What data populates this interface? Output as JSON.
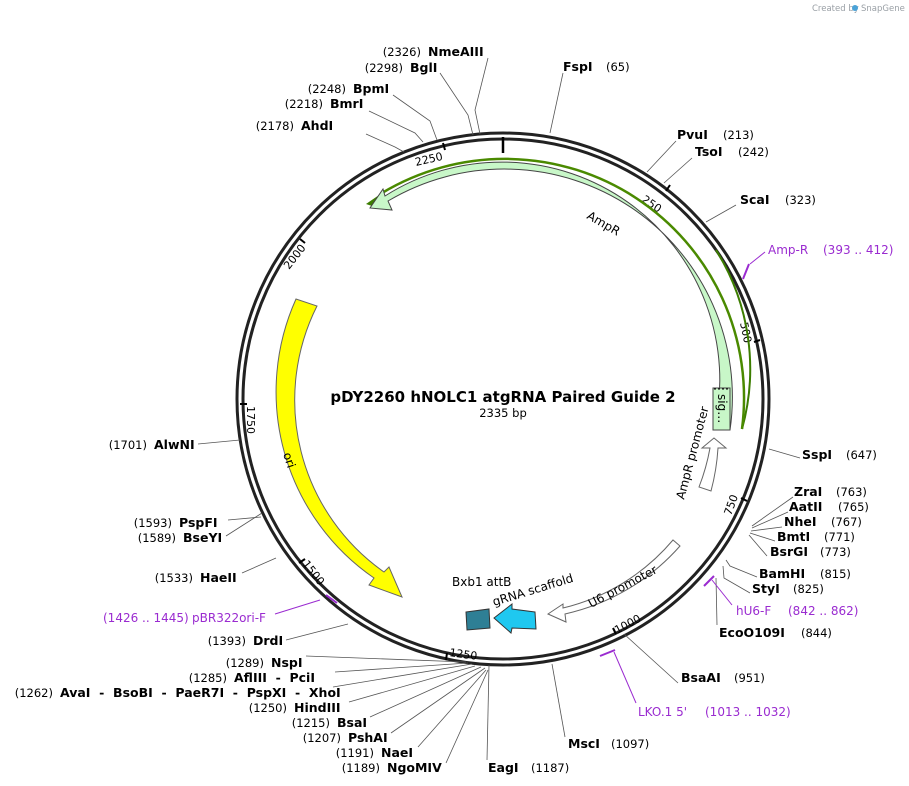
{
  "brand": {
    "prefix": "Created by",
    "name": "SnapGene"
  },
  "plasmid": {
    "name": "pDY2260 hNOLC1 atgRNA Paired Guide 2",
    "size": "2335 bp"
  },
  "ticks": [
    "250",
    "500",
    "750",
    "1000",
    "1250",
    "1500",
    "1750",
    "2000",
    "2250"
  ],
  "features": [
    {
      "name": "AmpR",
      "color": "#c8f7c8"
    },
    {
      "name": "sig…",
      "color": "#c8f7c8"
    },
    {
      "name": "AmpR promoter",
      "color": "#ffffff"
    },
    {
      "name": "U6 promoter",
      "color": "#ffffff"
    },
    {
      "name": "gRNA scaffold",
      "color": "#1fc8f0"
    },
    {
      "name": "Bxb1 attB",
      "color": "#2e7f95"
    },
    {
      "name": "ori",
      "color": "#ffff00"
    }
  ],
  "enzymes": [
    {
      "name": "NmeAIII",
      "pos": "(2326)"
    },
    {
      "name": "BglI",
      "pos": "(2298)"
    },
    {
      "name": "BpmI",
      "pos": "(2248)"
    },
    {
      "name": "BmrI",
      "pos": "(2218)"
    },
    {
      "name": "AhdI",
      "pos": "(2178)"
    },
    {
      "name": "FspI",
      "pos": "(65)"
    },
    {
      "name": "PvuI",
      "pos": "(213)"
    },
    {
      "name": "TsoI",
      "pos": "(242)"
    },
    {
      "name": "ScaI",
      "pos": "(323)"
    },
    {
      "name": "SspI",
      "pos": "(647)"
    },
    {
      "name": "ZraI",
      "pos": "(763)"
    },
    {
      "name": "AatII",
      "pos": "(765)"
    },
    {
      "name": "NheI",
      "pos": "(767)"
    },
    {
      "name": "BmtI",
      "pos": "(771)"
    },
    {
      "name": "BsrGI",
      "pos": "(773)"
    },
    {
      "name": "BamHI",
      "pos": "(815)"
    },
    {
      "name": "StyI",
      "pos": "(825)"
    },
    {
      "name": "EcoO109I",
      "pos": "(844)"
    },
    {
      "name": "BsaAI",
      "pos": "(951)"
    },
    {
      "name": "MscI",
      "pos": "(1097)"
    },
    {
      "name": "EagI",
      "pos": "(1187)"
    },
    {
      "name": "NgoMIV",
      "pos": "(1189)"
    },
    {
      "name": "NaeI",
      "pos": "(1191)"
    },
    {
      "name": "PshAI",
      "pos": "(1207)"
    },
    {
      "name": "BsaI",
      "pos": "(1215)"
    },
    {
      "name": "HindIII",
      "pos": "(1250)"
    },
    {
      "name": "AvaI  -  BsoBI  -  PaeR7I  -  PspXI  -  XhoI",
      "pos": "(1262)"
    },
    {
      "name": "AflIII  -  PciI",
      "pos": "(1285)"
    },
    {
      "name": "NspI",
      "pos": "(1289)"
    },
    {
      "name": "DrdI",
      "pos": "(1393)"
    },
    {
      "name": "HaeII",
      "pos": "(1533)"
    },
    {
      "name": "BseYI",
      "pos": "(1589)"
    },
    {
      "name": "PspFI",
      "pos": "(1593)"
    },
    {
      "name": "AlwNI",
      "pos": "(1701)"
    }
  ],
  "primers": [
    {
      "name": "Amp-R",
      "range": "(393 .. 412)"
    },
    {
      "name": "hU6-F",
      "range": "(842 .. 862)"
    },
    {
      "name": "LKO.1 5'",
      "range": "(1013 .. 1032)"
    },
    {
      "name": "pBR322ori-F",
      "range": "(1426 .. 1445)"
    }
  ],
  "colors": {
    "primer": "#9a2bd0",
    "backbone": "#222222",
    "ampr_strand": "#4a8a00"
  }
}
